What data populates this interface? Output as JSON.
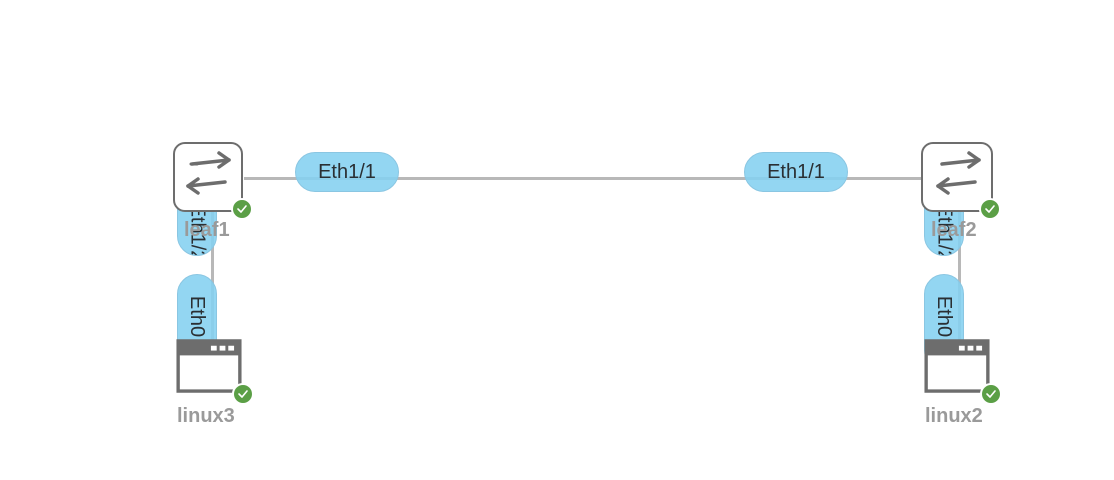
{
  "topology": {
    "nodes": {
      "leaf1": {
        "label": "leaf1",
        "status": "ok"
      },
      "leaf2": {
        "label": "leaf2",
        "status": "ok"
      },
      "linux3": {
        "label": "linux3",
        "status": "ok"
      },
      "linux2": {
        "label": "linux2",
        "status": "ok"
      }
    },
    "interfaces": {
      "leaf1_to_leaf2": "Eth1/1",
      "leaf2_to_leaf1": "Eth1/1",
      "leaf1_to_linux3": "Eth1/2",
      "linux3_to_leaf1": "Eth0",
      "leaf2_to_linux2": "Eth1/2",
      "linux2_to_leaf2": "Eth0"
    },
    "colors": {
      "link": "#b8b8b8",
      "interface_pill": "#84d0f0",
      "status_ok": "#5b9f46",
      "node_outline": "#6d6d6d",
      "node_label": "#9a9a9a"
    },
    "icons": {
      "switch": "switch-arrows-icon",
      "host": "host-window-icon",
      "status": "check-icon"
    }
  }
}
